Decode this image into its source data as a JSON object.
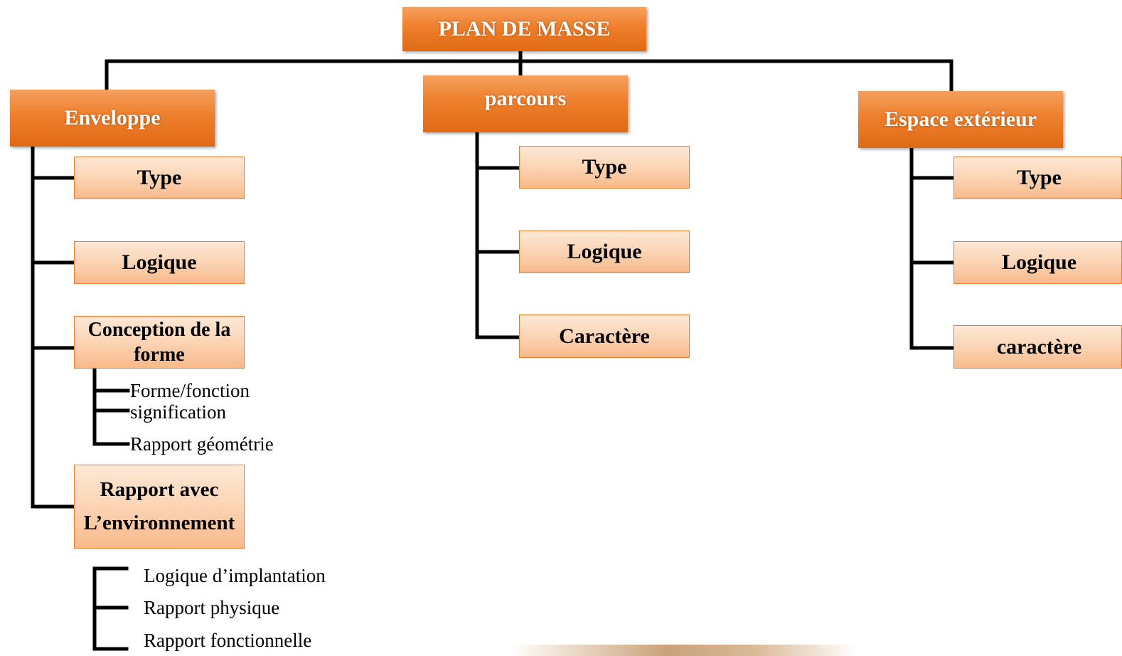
{
  "root": {
    "label": "PLAN DE MASSE"
  },
  "enveloppe": {
    "label": "Enveloppe",
    "children": [
      "Type",
      "Logique",
      "Conception de la",
      "forme",
      "Rapport avec",
      "L’environnement"
    ],
    "forme_items": [
      "Forme/fonction",
      "signification",
      "Rapport géométrie"
    ],
    "environnement_items": [
      "Logique d’implantation",
      "Rapport physique",
      "Rapport fonctionnelle"
    ]
  },
  "parcours": {
    "label": "parcours",
    "children": [
      "Type",
      "Logique",
      "Caractère"
    ]
  },
  "espace": {
    "label": "Espace extérieur",
    "children": [
      "Type",
      "Logique",
      "caractère"
    ]
  },
  "colors": {
    "main_fill": "#ee7f2d",
    "sub_fill": "#fbd2b1",
    "sub_border": "#f07a2a",
    "connector": "#000000"
  }
}
